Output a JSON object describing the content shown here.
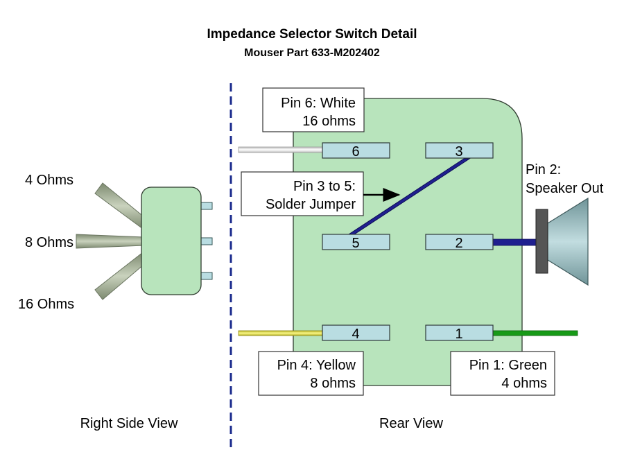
{
  "title": "Impedance Selector Switch Detail",
  "subtitle": "Mouser Part 633-M202402",
  "views": {
    "side": "Right Side View",
    "rear": "Rear View"
  },
  "side_view": {
    "lever_labels": {
      "top": "4 Ohms",
      "middle": "8 Ohms",
      "bottom": "16 Ohms"
    }
  },
  "pins": {
    "p1": "1",
    "p2": "2",
    "p3": "3",
    "p4": "4",
    "p5": "5",
    "p6": "6"
  },
  "callouts": {
    "pin6": {
      "line1": "Pin 6: White",
      "line2": "16 ohms"
    },
    "jumper": {
      "line1": "Pin 3 to 5:",
      "line2": "Solder Jumper"
    },
    "pin2": {
      "line1": "Pin 2:",
      "line2": "Speaker Out"
    },
    "pin4": {
      "line1": "Pin 4: Yellow",
      "line2": "8 ohms"
    },
    "pin1": {
      "line1": "Pin 1: Green",
      "line2": "4 ohms"
    }
  },
  "colors": {
    "switch_body": "#b8e4bc",
    "pin_fill": "#b9dde2",
    "lever": "#a9b59c",
    "divider": "#1a2a8c",
    "jumper_wire": "#1f1f8f",
    "wire_white": "#d8d8d8",
    "wire_yellow": "#e6e24a",
    "wire_green": "#179a17",
    "wire_blue": "#1f1f8f",
    "speaker_cone": "#8fb4b8",
    "speaker_magnet": "#555555"
  }
}
